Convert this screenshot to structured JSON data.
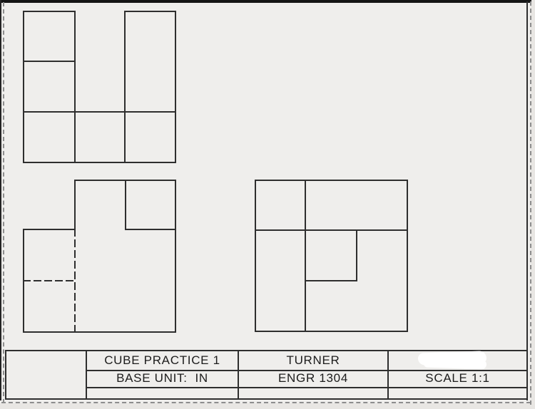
{
  "sheet": {
    "paper_color": "#efeeec",
    "outside_color": "#e8e6e3",
    "line_color": "#2e2e2e",
    "perforation_color": "#8d8d8d"
  },
  "title_block": {
    "title": "CUBE PRACTICE 1",
    "drafter": "TURNER",
    "base_unit": "BASE UNIT:  IN",
    "course": "ENGR 1304",
    "scale": "SCALE 1:1"
  },
  "drawing": {
    "line_width": 2,
    "hidden_dash_pattern": "9 6",
    "views": [
      {
        "name": "top-view",
        "solid": [
          [
            33,
            16,
            105,
            16
          ],
          [
            175,
            16,
            246,
            16
          ],
          [
            33,
            16,
            33,
            228
          ],
          [
            105,
            16,
            105,
            228
          ],
          [
            175,
            16,
            175,
            228
          ],
          [
            246,
            16,
            246,
            228
          ],
          [
            33,
            86,
            105,
            86
          ],
          [
            33,
            157,
            246,
            157
          ],
          [
            33,
            228,
            246,
            228
          ]
        ],
        "hidden": []
      },
      {
        "name": "front-view",
        "solid": [
          [
            105,
            253,
            246,
            253
          ],
          [
            246,
            253,
            246,
            466
          ],
          [
            33,
            466,
            246,
            466
          ],
          [
            33,
            322,
            33,
            466
          ],
          [
            33,
            322,
            105,
            322
          ],
          [
            105,
            253,
            105,
            322
          ],
          [
            176,
            253,
            176,
            322
          ],
          [
            176,
            322,
            246,
            322
          ]
        ],
        "hidden": [
          [
            105,
            322,
            105,
            466
          ],
          [
            33,
            394,
            105,
            394
          ]
        ]
      },
      {
        "name": "right-side-view",
        "solid": [
          [
            358,
            253,
            571,
            253
          ],
          [
            571,
            253,
            571,
            465
          ],
          [
            358,
            465,
            571,
            465
          ],
          [
            358,
            253,
            358,
            465
          ],
          [
            428,
            253,
            428,
            465
          ],
          [
            358,
            323,
            571,
            323
          ],
          [
            500,
            323,
            500,
            394
          ],
          [
            428,
            394,
            500,
            394
          ]
        ],
        "hidden": []
      }
    ]
  }
}
